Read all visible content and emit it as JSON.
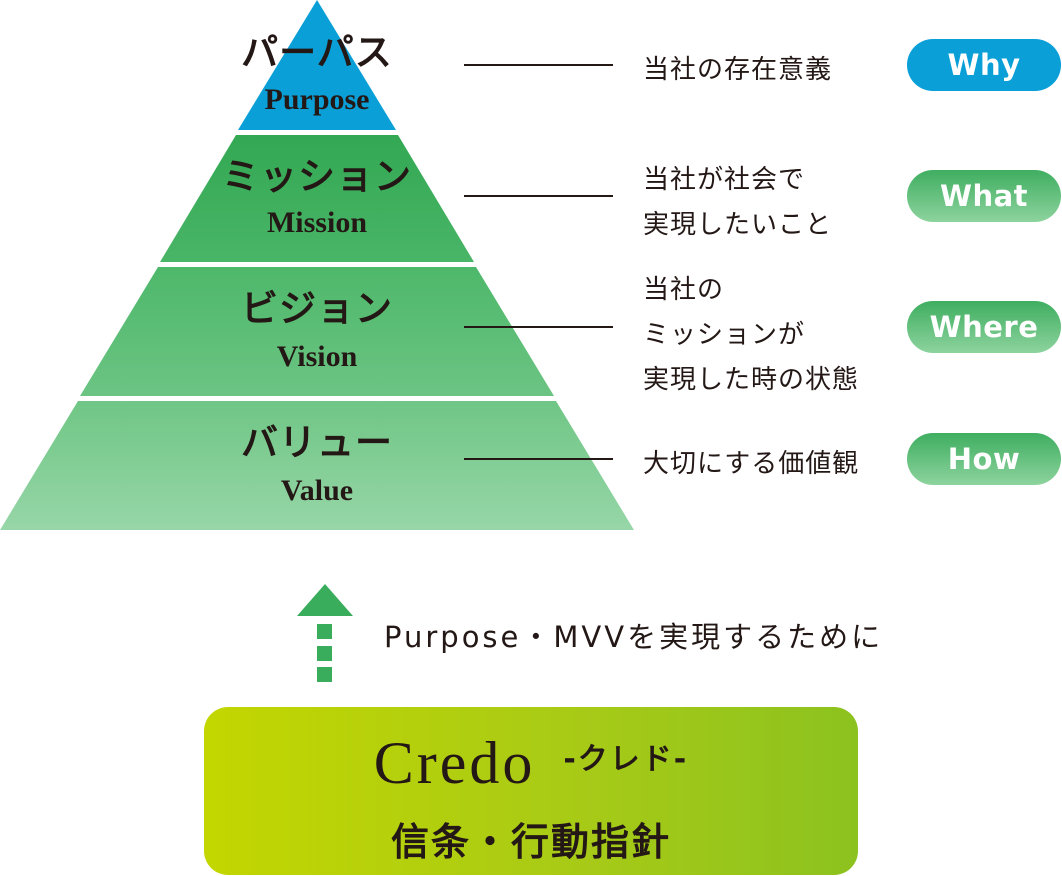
{
  "pyramid": {
    "layers": [
      {
        "ja": "パーパス",
        "en": "Purpose",
        "description": [
          "当社の存在意義"
        ],
        "tag": "Why"
      },
      {
        "ja": "ミッション",
        "en": "Mission",
        "description": [
          "当社が社会で",
          "実現したいこと"
        ],
        "tag": "What"
      },
      {
        "ja": "ビジョン",
        "en": "Vision",
        "description": [
          "当社の",
          "ミッションが",
          "実現した時の状態"
        ],
        "tag": "Where"
      },
      {
        "ja": "バリュー",
        "en": "Value",
        "description": [
          "大切にする価値観"
        ],
        "tag": "How"
      }
    ]
  },
  "arrow": {
    "caption": "Purpose・MVVを実現するために"
  },
  "credo": {
    "title": "Credo",
    "subtitle": "-クレド-",
    "line2": "信条・行動指針"
  },
  "colors": {
    "purpose": "#0aa0d7",
    "mission": "#3aad5c",
    "vision": "#5dbf77",
    "value": "#8ed3a0",
    "arrow": "#3aad5c",
    "credo_left": "#c3d600",
    "credo_right": "#8cc21f"
  }
}
